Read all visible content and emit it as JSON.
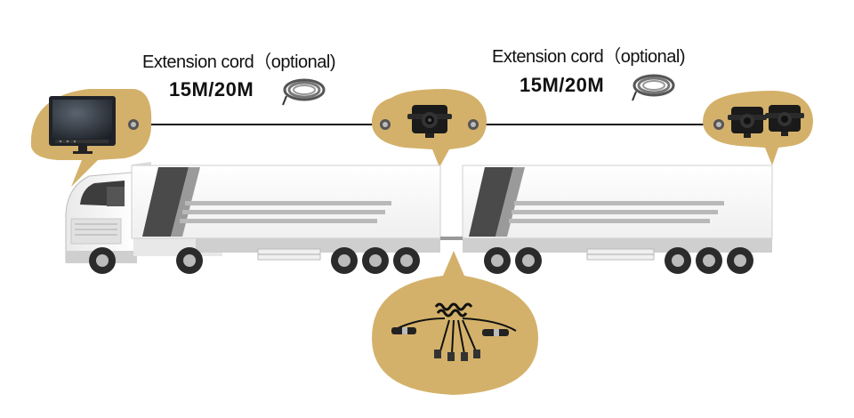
{
  "labels": {
    "segment1": {
      "cord": "Extension cord（optional)",
      "length": "15M/20M"
    },
    "segment2": {
      "cord": "Extension cord（optional)",
      "length": "15M/20M"
    }
  },
  "colors": {
    "bubble": "#d4b16a",
    "cable": "#111111",
    "trailer_body": "#f5f5f5",
    "trailer_stripe": "#b9b9b9",
    "trailer_shadow": "#4a4a4a",
    "wheel": "#2b2b2b",
    "monitor": "#2a2f36"
  },
  "icons": {
    "monitor": "monitor-icon",
    "camera": "backup-camera-icon",
    "coil": "cable-coil-icon",
    "harness": "spiral-harness-icon"
  }
}
